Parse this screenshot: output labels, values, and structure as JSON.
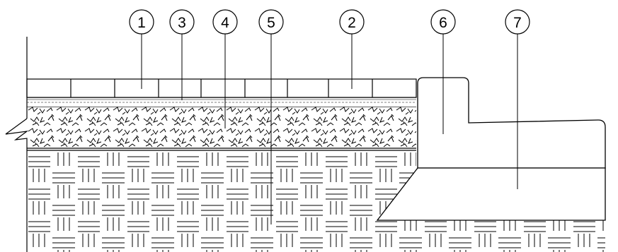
{
  "diagram": {
    "callouts": [
      {
        "id": "1",
        "label": "1"
      },
      {
        "id": "3",
        "label": "3"
      },
      {
        "id": "4",
        "label": "4"
      },
      {
        "id": "5",
        "label": "5"
      },
      {
        "id": "2",
        "label": "2"
      },
      {
        "id": "6",
        "label": "6"
      },
      {
        "id": "7",
        "label": "7"
      }
    ],
    "colors": {
      "line": "#000000",
      "background": "#ffffff",
      "sand": "#d8d8d8"
    }
  }
}
